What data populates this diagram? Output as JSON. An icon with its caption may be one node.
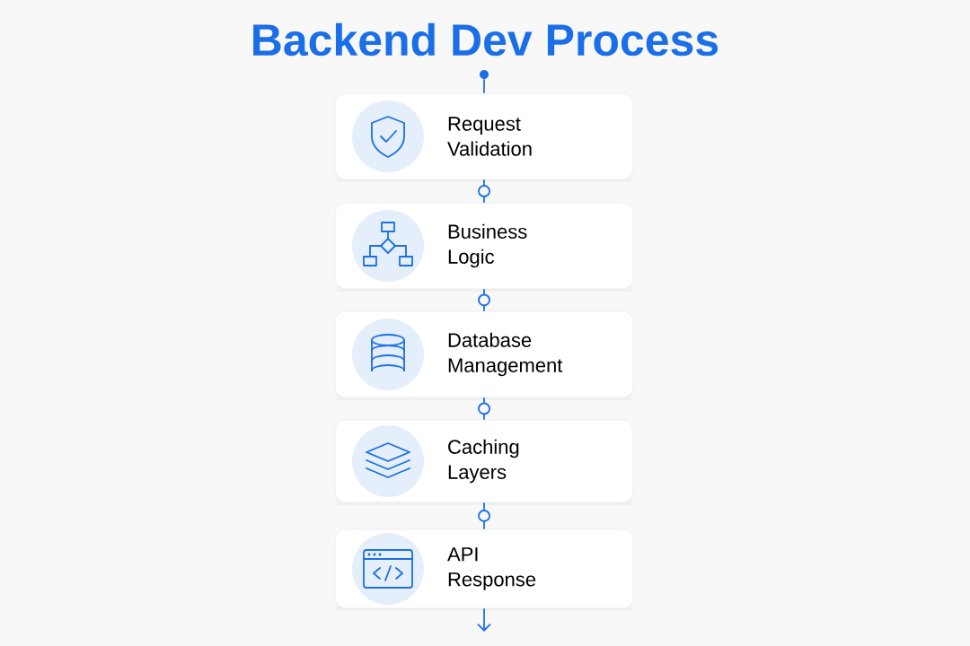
{
  "diagram": {
    "title": "Backend Dev Process",
    "nodes": [
      {
        "text": [],
        "shape": "circle"
      },
      {
        "text": [
          "Request Validation"
        ]
      },
      {
        "text": [
          "Business Logic"
        ]
      },
      {
        "text": [
          "Database Management"
        ]
      },
      {
        "text": [
          "Caching Layers"
        ]
      },
      {
        "text": [
          "API Response"
        ]
      }
    ],
    "edges": [
      {
        "from": 0,
        "to": 1,
        "arrow": "none"
      },
      {
        "from": 1,
        "to": 2,
        "arrow": "none"
      },
      {
        "from": 2,
        "to": 3,
        "arrow": "none"
      },
      {
        "from": 3,
        "to": 4,
        "arrow": "none"
      },
      {
        "from": 4,
        "to": 5,
        "arrow": "none"
      },
      {
        "from": 5,
        "to": null,
        "arrow": "to"
      }
    ]
  }
}
